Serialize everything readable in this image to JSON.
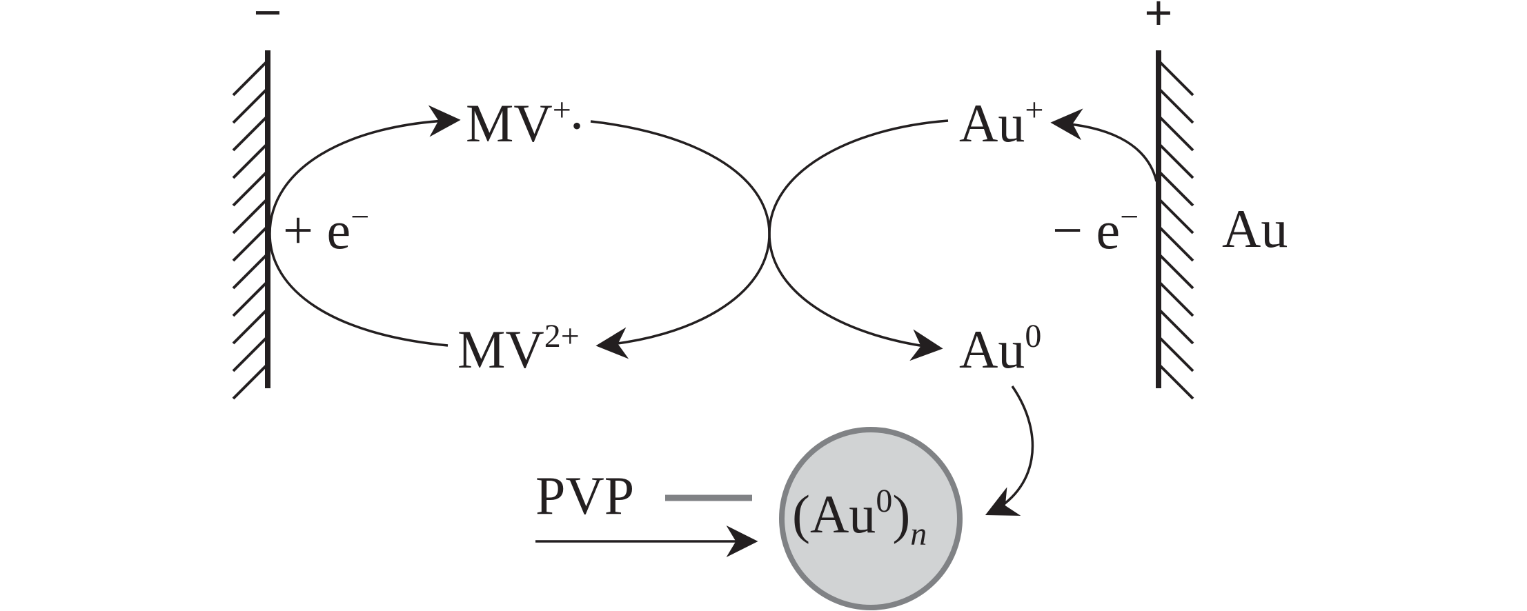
{
  "cathode": {
    "sign": "−",
    "reaction": "+ e",
    "electron_charge": "−"
  },
  "anode": {
    "sign": "+",
    "reaction": "− e",
    "electron_charge": "−",
    "material": "Au"
  },
  "species": {
    "mv_radical": {
      "base": "MV",
      "charge": "+",
      "radical_dot": "•"
    },
    "mv_dication": {
      "base": "MV",
      "charge": "2+"
    },
    "au_ion": {
      "base": "Au",
      "charge": "+"
    },
    "au_zero": {
      "base": "Au",
      "charge": "0"
    }
  },
  "nanoparticle": {
    "open": "(Au",
    "charge": "0",
    "close": ")",
    "subscript": "n"
  },
  "stabilizer": {
    "label": "PVP"
  },
  "colors": {
    "ink": "#231f20",
    "particle_fill": "#d1d3d4",
    "particle_stroke": "#808285",
    "pvp_bar": "#808285"
  }
}
